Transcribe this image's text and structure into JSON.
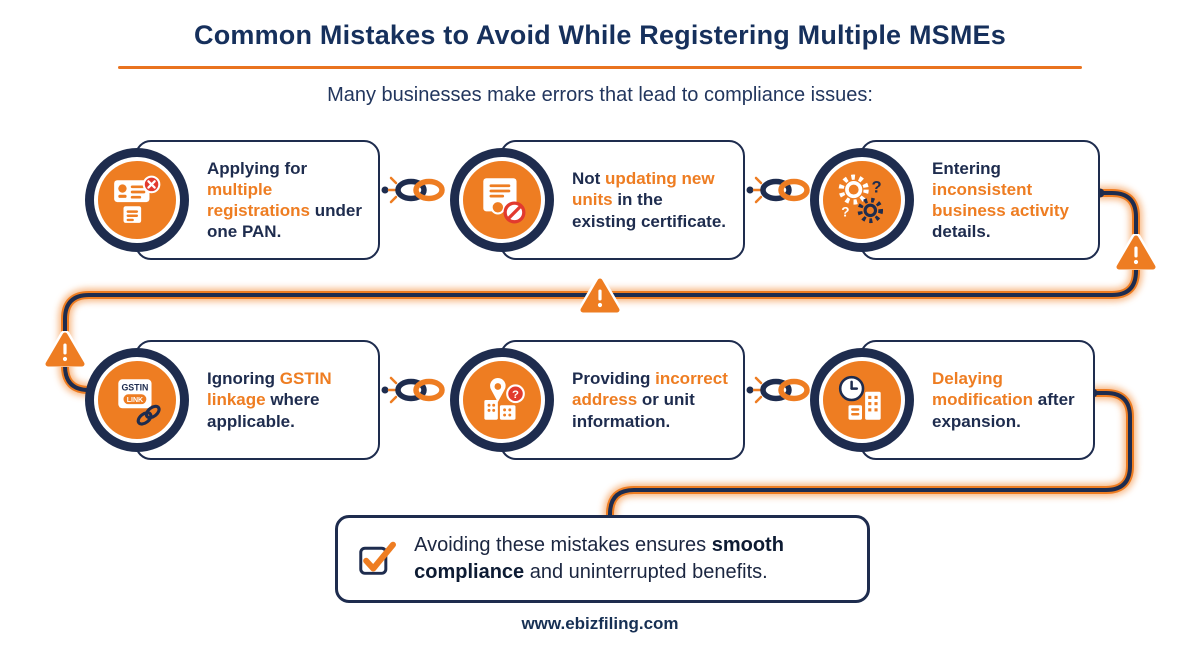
{
  "title": "Common Mistakes to Avoid While Registering Multiple MSMEs",
  "subtitle": "Many businesses make errors that lead to compliance issues:",
  "colors": {
    "navy": "#1e2c4e",
    "orange": "#ee7d22",
    "red": "#e23a2e",
    "background": "#ffffff"
  },
  "cards": [
    {
      "icon": "id-card-rejected-icon",
      "pre": "Applying for ",
      "highlight": "multiple registrations",
      "post": " under one PAN."
    },
    {
      "icon": "certificate-blocked-icon",
      "pre": "Not ",
      "highlight": "updating new units",
      "post": " in the existing certificate."
    },
    {
      "icon": "gears-question-icon",
      "pre": "Entering ",
      "highlight": "inconsistent business activity",
      "post": " details."
    },
    {
      "icon": "gstin-link-icon",
      "pre": "Ignoring ",
      "highlight": "GSTIN linkage",
      "post": " where applicable."
    },
    {
      "icon": "location-question-icon",
      "pre": "Providing ",
      "highlight": "incorrect address",
      "post": " or unit information."
    },
    {
      "icon": "clock-building-icon",
      "pre": "",
      "highlight": "Delaying modification",
      "post": " after expansion."
    }
  ],
  "icon_text": {
    "gstin_label": "GSTIN",
    "link_label": "LINK",
    "question_mark": "?"
  },
  "conclusion": {
    "pre": "Avoiding these mistakes ensures ",
    "bold": "smooth compliance",
    "post": " and uninterrupted benefits."
  },
  "footer": {
    "url": "www.ebizfiling.com"
  }
}
